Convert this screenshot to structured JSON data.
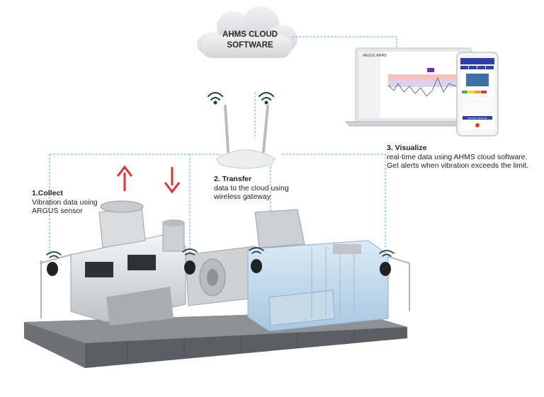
{
  "cloud": {
    "line1": "AHMS CLOUD",
    "line2": "SOFTWARE"
  },
  "steps": [
    {
      "title": "1.Collect",
      "lines": [
        "Vibration data using",
        "ARGUS sensor"
      ]
    },
    {
      "title": "2. Transfer",
      "lines": [
        "data to the cloud using",
        "wireless gateway"
      ]
    },
    {
      "title": "3. Visualize",
      "lines": [
        "real-time data using AHMS cloud software.",
        "Get alerts when vibration exceeds the limit."
      ]
    }
  ],
  "laptop_app": {
    "brand": "ARGUS AHMS"
  },
  "phone_app": {
    "button": "REQUEST ANALYSIS"
  },
  "colors": {
    "dashed_line": "#4fb6d9",
    "arrow": "#e53030",
    "wifi": "#1c3c4c",
    "motor": "#b9d6ec",
    "skid": "#6a6d71",
    "cloud": "#e2e3e5"
  },
  "icons": [
    "cloud-shape",
    "wifi-router-icon",
    "wifi-signal-icon",
    "arrow-up-icon",
    "arrow-down-icon",
    "laptop-icon",
    "phone-icon",
    "sensor-icon"
  ]
}
